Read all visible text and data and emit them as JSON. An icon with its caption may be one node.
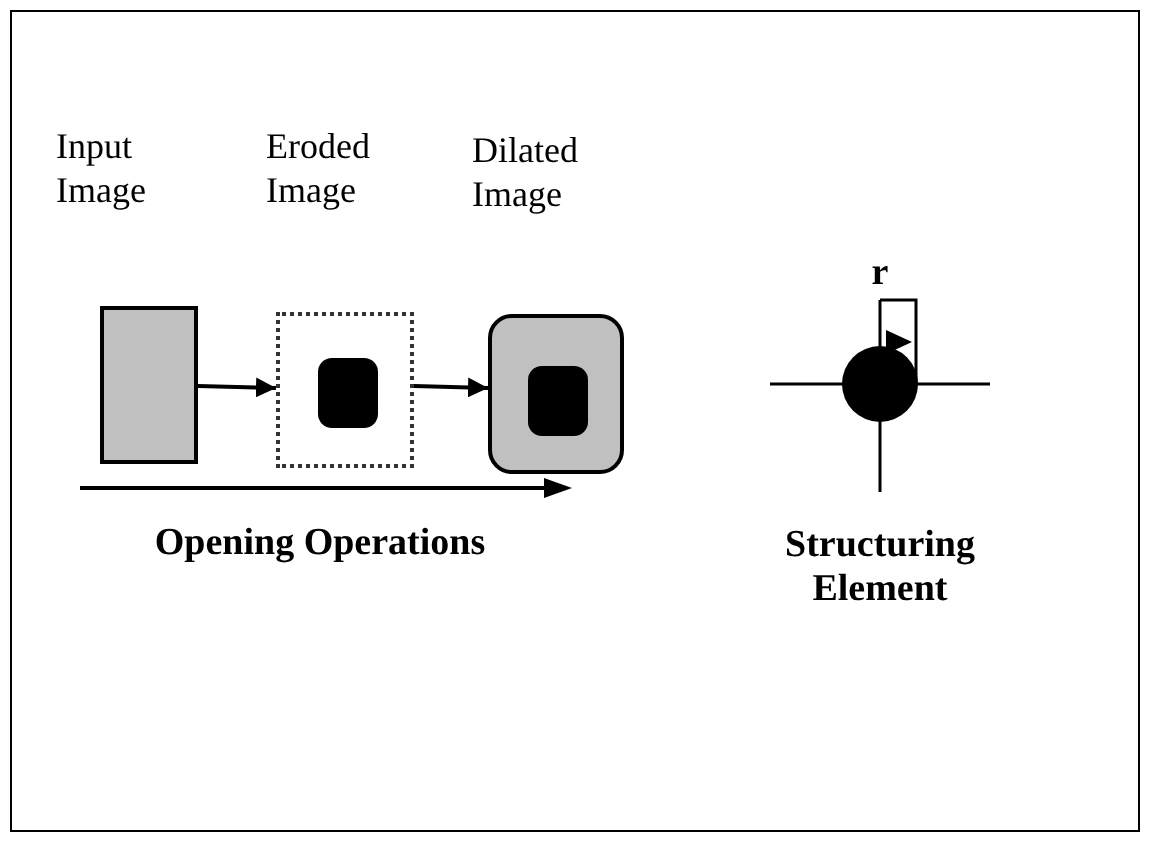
{
  "diagram": {
    "nodes": [
      {
        "text": [
          "Input Image"
        ]
      },
      {
        "text": [
          "Eroded Image"
        ]
      },
      {
        "text": [
          "Dilated Image"
        ]
      }
    ],
    "edges": [
      {
        "from": 0,
        "to": 1,
        "arrow": "to"
      },
      {
        "from": 1,
        "to": 2,
        "arrow": "to"
      }
    ],
    "labels": [
      "Opening Operations",
      "r",
      "Structuring Element"
    ]
  }
}
